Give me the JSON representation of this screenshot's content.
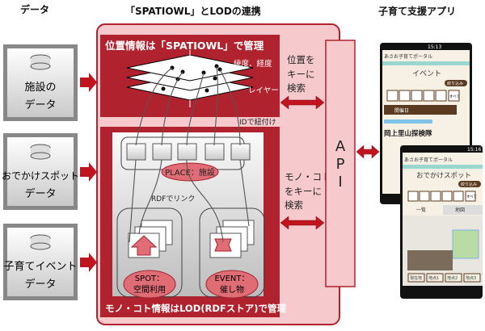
{
  "headers": {
    "data": "データ",
    "center": "「SPATIOWL」とLODの連携",
    "app": "子育て支援アプリ"
  },
  "sources": [
    {
      "line1": "施設の",
      "line2": "データ"
    },
    {
      "line1": "おでかけスポット",
      "line2": "データ"
    },
    {
      "line1": "子育てイベント",
      "line2": "データ"
    }
  ],
  "spatiowl": {
    "title": "位置情報は「SPATIOWL」で管理",
    "latlng": "緯度、経度",
    "layer": "レイヤー"
  },
  "id_link": "IDで紐付け",
  "lod": {
    "title": "モノ・コト情報はLOD(RDFストア)で管理",
    "place": "PLACE：施設",
    "rdf_link": "RDFでリンク",
    "spot1": "SPOT：",
    "spot2": "空間利用",
    "event1": "EVENT：",
    "event2": "催し物"
  },
  "search_location": [
    "位置を",
    "キーに",
    "検索"
  ],
  "search_thing": [
    "モノ・コト",
    "をキーに",
    "検索"
  ],
  "api": [
    "A",
    "P",
    "I"
  ],
  "phone1": {
    "time": "15:13",
    "portal": "あさお子育てポータル",
    "screen": "イベント",
    "filter": "絞り込み",
    "all": "すべて",
    "tab": "開催日",
    "title": "岡上里山探検隊"
  },
  "phone2": {
    "time": "15:16",
    "portal": "あさお子育てポータル",
    "screen": "おでかけスポット",
    "filter": "絞り込み",
    "all": "すべて",
    "list": "一覧",
    "map": "地図",
    "buttons": [
      "現在地",
      "地点1",
      "地点2",
      "地点3"
    ]
  },
  "colors": {
    "dark_red": "#b0222e",
    "pink": "#f6c9cc",
    "arrow": "#c0151f"
  }
}
